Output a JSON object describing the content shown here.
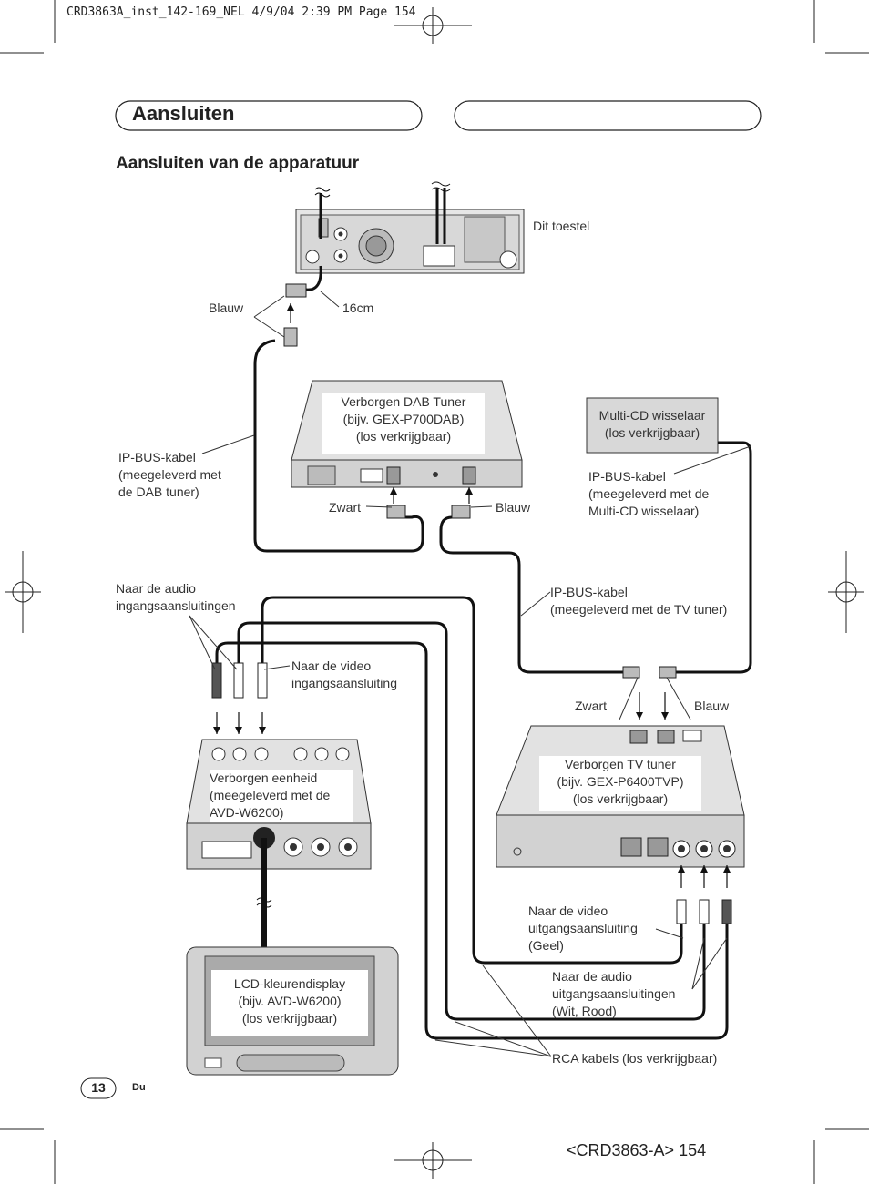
{
  "print_header": "CRD3863A_inst_142-169_NEL  4/9/04  2:39 PM  Page 154",
  "section_title": "Aansluiten",
  "subsection_title": "Aansluiten van de apparatuur",
  "labels": {
    "unit": "Dit toestel",
    "blue_top": "Blauw",
    "length": "16cm",
    "ipbus_dab": [
      "IP-BUS-kabel",
      "(meegeleverd met",
      "de DAB tuner)"
    ],
    "dab_box": [
      "Verborgen DAB Tuner",
      "(bijv. GEX-P700DAB)",
      "(los verkrijgbaar)"
    ],
    "black_dab": "Zwart",
    "blue_dab": "Blauw",
    "multicd_box": [
      "Multi-CD wisselaar",
      "(los verkrijgbaar)"
    ],
    "ipbus_multicd": [
      "IP-BUS-kabel",
      "(meegeleverd met de",
      "Multi-CD wisselaar)"
    ],
    "audio_in": [
      "Naar de audio",
      "ingangsaansluitingen"
    ],
    "video_in": [
      "Naar de video",
      "ingangsaansluiting"
    ],
    "ipbus_tv": [
      "IP-BUS-kabel",
      "(meegeleverd met de TV tuner)"
    ],
    "black_tv": "Zwart",
    "blue_tv": "Blauw",
    "hidden_unit": [
      "Verborgen eenheid",
      "(meegeleverd met de",
      "AVD-W6200)"
    ],
    "tv_box": [
      "Verborgen TV tuner",
      "(bijv. GEX-P6400TVP)",
      "(los verkrijgbaar)"
    ],
    "video_out": [
      "Naar de video",
      "uitgangsaansluiting",
      "(Geel)"
    ],
    "audio_out": [
      "Naar de audio",
      "uitgangsaansluitingen",
      "(Wit, Rood)"
    ],
    "lcd_box": [
      "LCD-kleurendisplay",
      "(bijv. AVD-W6200)",
      "(los verkrijgbaar)"
    ],
    "rca": "RCA kabels (los verkrijgbaar)"
  },
  "footer": {
    "page_number": "13",
    "lang": "Du",
    "doc_ref": "<CRD3863-A> 154"
  }
}
